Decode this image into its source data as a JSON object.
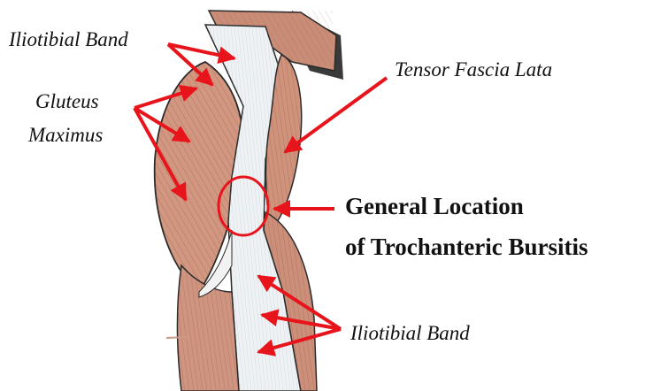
{
  "labels": {
    "iliotibial_top": "Iliotibial Band",
    "gluteus_line1": "Gluteus",
    "gluteus_line2": "Maximus",
    "tensor": "Tensor Fascia Lata",
    "general_line1": "General Location",
    "general_line2": "of Trochanteric Bursitis",
    "iliotibial_bottom": "Iliotibial Band"
  },
  "colors": {
    "arrow": "#e8141c",
    "muscle": "#d49a83",
    "muscle_dark": "#a86652",
    "tendon": "#e9eef0",
    "outline": "#2a2a2a",
    "text": "#111111"
  }
}
